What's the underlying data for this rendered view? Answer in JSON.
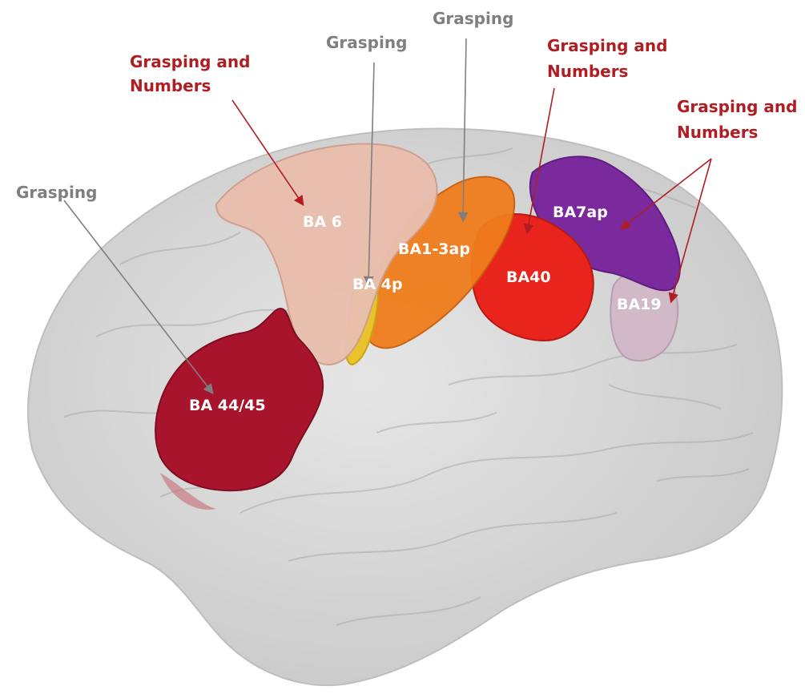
{
  "colors": {
    "callout_red": "#b01e23",
    "callout_gray": "#7f7f7f",
    "brain_fill": "#d3d3d3",
    "ba6": "#e9bfae",
    "ba4p": "#e8c32b",
    "ba1_3ap": "#f07d1c",
    "ba40": "#e8241c",
    "ba7ap": "#7b2a9e",
    "ba19": "#d2b8c8",
    "ba44_45": "#a8142c"
  },
  "callouts": {
    "left_grasping": "Grasping",
    "ba6_line1": "Grasping and",
    "ba6_line2": "Numbers",
    "top_grasping_1": "Grasping",
    "top_grasping_2": "Grasping",
    "ba40_line1": "Grasping and",
    "ba40_line2": "Numbers",
    "right_line1": "Grasping and",
    "right_line2": "Numbers"
  },
  "areas": {
    "ba6": "BA 6",
    "ba4p": "BA 4p",
    "ba1_3ap": "BA1-3ap",
    "ba40": "BA40",
    "ba7ap": "BA7ap",
    "ba19": "BA19",
    "ba44_45": "BA 44/45"
  }
}
